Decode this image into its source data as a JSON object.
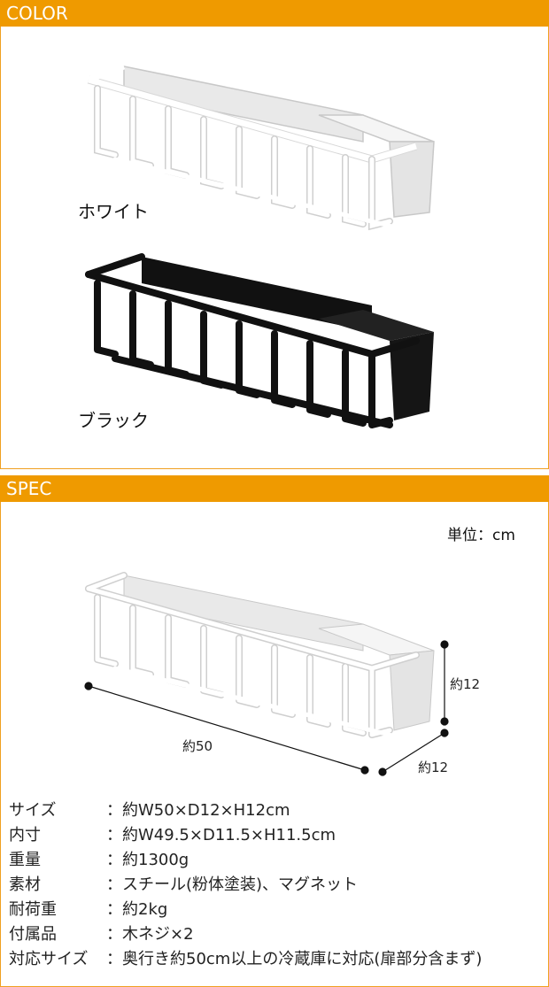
{
  "color_section": {
    "title": "COLOR",
    "white_label": "ホワイト",
    "black_label": "ブラック"
  },
  "spec_section": {
    "title": "SPEC",
    "unit": "単位：cm",
    "dim_width": "約50",
    "dim_height": "約12",
    "dim_depth": "約12"
  },
  "specs": [
    {
      "key": "サイズ",
      "value": "：約W50×D12×H12cm"
    },
    {
      "key": "内寸",
      "value": "：約W49.5×D11.5×H11.5cm"
    },
    {
      "key": "重量",
      "value": "：約1300g"
    },
    {
      "key": "素材",
      "value": "：スチール(粉体塗装)、マグネット"
    },
    {
      "key": "耐荷重",
      "value": "：約2kg"
    },
    {
      "key": "付属品",
      "value": "：木ネジ×2"
    },
    {
      "key": "対応サイズ",
      "value": "：奥行き約50cm以上の冷蔵庫に対応(扉部分含まず)"
    }
  ],
  "colors": {
    "accent": "#ef9a00",
    "white_product": "#f2f2f2",
    "black_product": "#1a1a1a"
  }
}
